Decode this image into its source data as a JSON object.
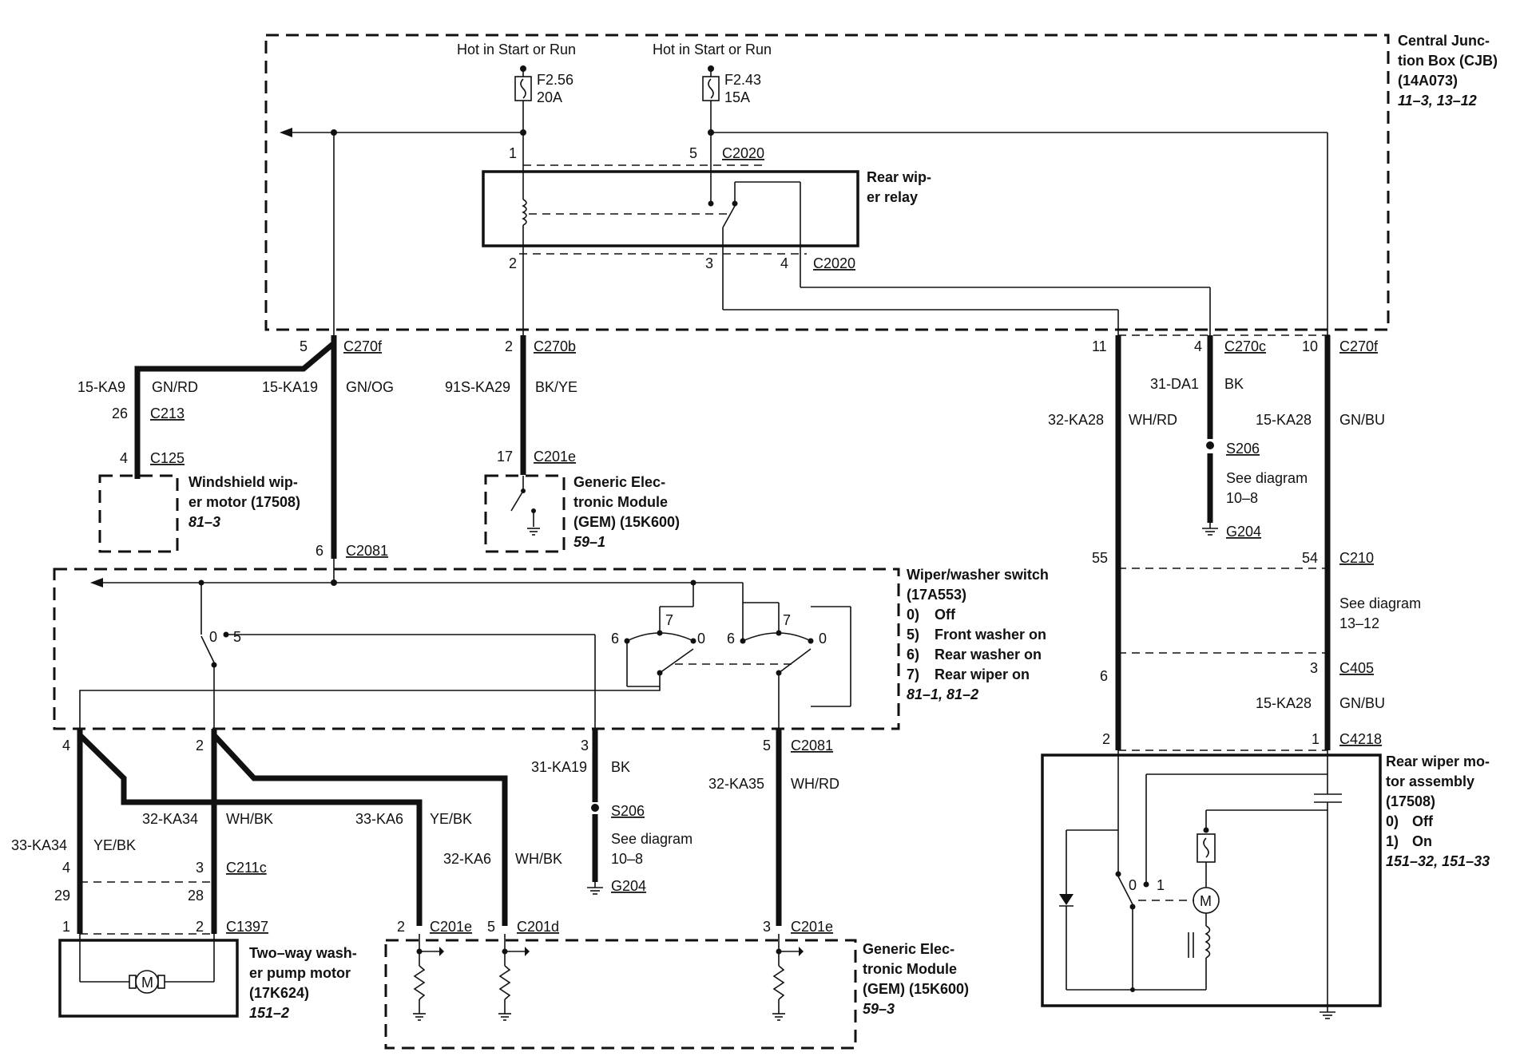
{
  "cjb": {
    "title": [
      "Central Junc-",
      "tion Box (CJB)",
      "(14A073)"
    ],
    "ref": "11–3, 13–12",
    "feed1": "Hot in Start or Run",
    "feed2": "Hot in Start or Run",
    "fuse1": {
      "id": "F2.56",
      "amp": "20A"
    },
    "fuse2": {
      "id": "F2.43",
      "amp": "15A"
    }
  },
  "relay": {
    "title": [
      "Rear wip-",
      "er relay"
    ],
    "connector": "C2020",
    "pins": {
      "p1": "1",
      "p5": "5",
      "p2": "2",
      "p3": "3",
      "p4": "4"
    }
  },
  "wires": {
    "w1": {
      "pin": "5",
      "conn": "C270f"
    },
    "w1a": {
      "circuit": "15-KA9",
      "color": "GN/RD"
    },
    "w1b": {
      "circuit": "15-KA19",
      "color": "GN/OG"
    },
    "w2": {
      "pin": "2",
      "conn": "C270b",
      "circuit": "91S-KA29",
      "color": "BK/YE"
    },
    "w3": {
      "pin": "11",
      "circuit": "32-KA28",
      "color": "WH/RD"
    },
    "w4": {
      "pin": "4",
      "conn": "C270c",
      "circuit": "31-DA1",
      "color": "BK"
    },
    "w5": {
      "pin": "10",
      "conn": "C270f",
      "circuit": "15-KA28",
      "color": "GN/BU"
    },
    "c213": {
      "pin": "26",
      "conn": "C213"
    },
    "c125": {
      "pin": "4",
      "conn": "C125"
    },
    "c201e_top": {
      "pin": "17",
      "conn": "C201e"
    },
    "c2081_top": {
      "pin": "6",
      "conn": "C2081"
    },
    "c210": {
      "pin_l": "55",
      "pin_r": "54",
      "conn": "C210"
    },
    "c405": {
      "pin_l": "6",
      "pin_r": "3",
      "conn": "C405",
      "circuit": "15-KA28",
      "color": "GN/BU"
    },
    "c4218": {
      "pin_l": "2",
      "pin_r": "1",
      "conn": "C4218"
    },
    "s206_top": {
      "splice": "S206",
      "see": "See diagram",
      "ref": "10–8",
      "ground": "G204"
    },
    "see_1312": {
      "see": "See diagram",
      "ref": "13–12"
    }
  },
  "windshield_motor": {
    "title": [
      "Windshield wip-",
      "er motor (17508)"
    ],
    "ref": "81–3"
  },
  "gem_top": {
    "title": [
      "Generic Elec-",
      "tronic Module",
      "(GEM) (15K600)"
    ],
    "ref": "59–1"
  },
  "switch": {
    "title": [
      "Wiper/washer switch",
      "(17A553)"
    ],
    "modes": [
      {
        "num": "0)",
        "label": "Off"
      },
      {
        "num": "5)",
        "label": "Front washer on"
      },
      {
        "num": "6)",
        "label": "Rear washer on"
      },
      {
        "num": "7)",
        "label": "Rear wiper on"
      }
    ],
    "ref": "81–1, 81–2",
    "pos": {
      "a0": "0",
      "a5": "5",
      "b6": "6",
      "b7": "7",
      "b0": "0",
      "c6": "6",
      "c7": "7",
      "c0": "0"
    }
  },
  "lower": {
    "pin4": "4",
    "pin2": "2",
    "pin3": "3",
    "pin5": "5",
    "c2081": "C2081",
    "w_ka34": {
      "circuit": "32-KA34",
      "color": "WH/BK"
    },
    "w_33ka34": {
      "circuit": "33-KA34",
      "color": "YE/BK"
    },
    "w_33ka6": {
      "circuit": "33-KA6",
      "color": "YE/BK"
    },
    "w_32ka6": {
      "circuit": "32-KA6",
      "color": "WH/BK"
    },
    "w_31ka19": {
      "circuit": "31-KA19",
      "color": "BK"
    },
    "w_32ka35": {
      "circuit": "32-KA35",
      "color": "WH/RD"
    },
    "s206": {
      "splice": "S206",
      "see": "See diagram",
      "ref": "10–8",
      "ground": "G204"
    },
    "c211c": {
      "pin_l": "4",
      "pin_r": "3",
      "conn": "C211c",
      "pin_l2": "29",
      "pin_r2": "28"
    },
    "c1397": {
      "pin_l": "1",
      "pin_r": "2",
      "conn": "C1397"
    },
    "c201e_a": {
      "pin": "2",
      "conn": "C201e"
    },
    "c201d": {
      "pin": "5",
      "conn": "C201d"
    },
    "c201e_b": {
      "pin": "3",
      "conn": "C201e"
    }
  },
  "pump": {
    "title": [
      "Two–way wash-",
      "er pump motor",
      "(17K624)"
    ],
    "ref": "151–2",
    "motor": "M"
  },
  "gem_bottom": {
    "title": [
      "Generic Elec-",
      "tronic Module",
      "(GEM) (15K600)"
    ],
    "ref": "59–3"
  },
  "rear_motor": {
    "title": [
      "Rear wiper mo-",
      "tor assembly",
      "(17508)"
    ],
    "modes": [
      {
        "num": "0)",
        "label": "Off"
      },
      {
        "num": "1)",
        "label": "On"
      }
    ],
    "ref": "151–32, 151–33",
    "motor": "M",
    "pos0": "0",
    "pos1": "1"
  }
}
